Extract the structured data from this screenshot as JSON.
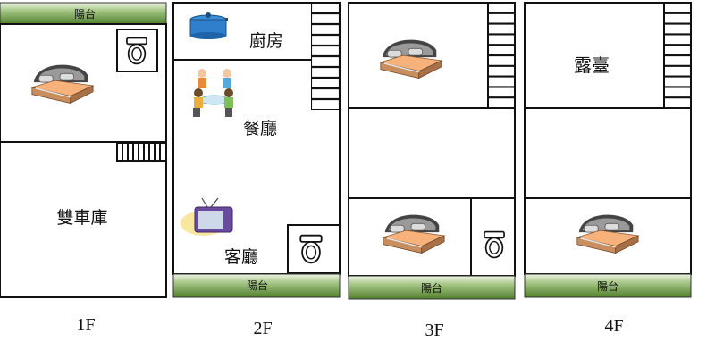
{
  "colors": {
    "wall": "#111111",
    "balcony_fill": "#6f9a45",
    "balcony_light": "#eef4e4"
  },
  "floors": [
    {
      "name": "1F",
      "balcony_label": "陽台",
      "rooms": {
        "garage": "雙車庫"
      }
    },
    {
      "name": "2F",
      "balcony_label": "陽台",
      "rooms": {
        "kitchen": "廚房",
        "dining": "餐廳",
        "living": "客廳"
      }
    },
    {
      "name": "3F",
      "balcony_label": "陽台"
    },
    {
      "name": "4F",
      "balcony_label": "陽台",
      "rooms": {
        "terrace": "露臺"
      }
    }
  ],
  "icons": [
    "bed-icon",
    "toilet-icon",
    "stairs-icon",
    "cooking-pot-icon",
    "dining-people-icon",
    "tv-icon"
  ]
}
